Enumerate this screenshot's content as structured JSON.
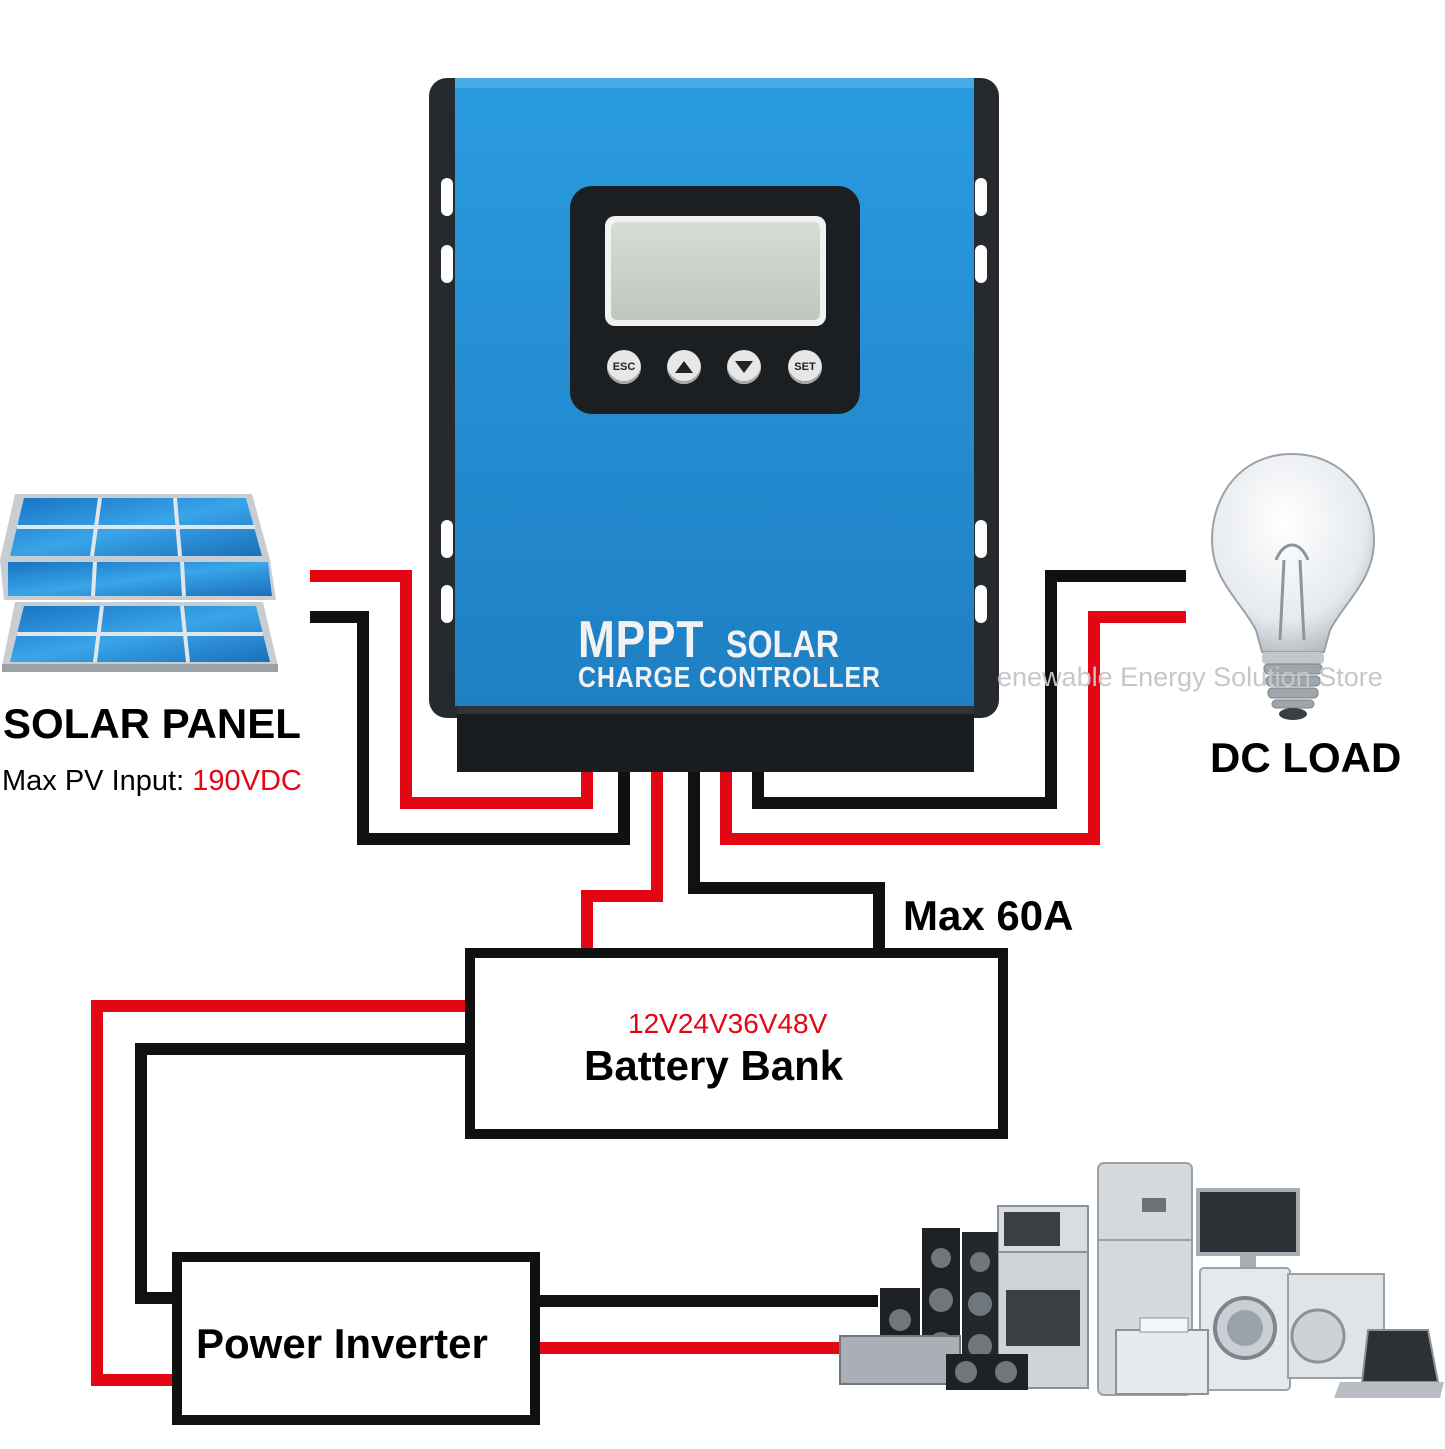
{
  "device": {
    "brand_line1a": "MPPT",
    "brand_line1b": "SOLAR",
    "brand_line2": "CHARGE CONTROLLER",
    "buttons": [
      "ESC",
      "",
      "",
      "SET"
    ]
  },
  "solar": {
    "title": "SOLAR PANEL",
    "pv_label": "Max PV Input:",
    "pv_value": "190VDC"
  },
  "load": {
    "title": "DC LOAD"
  },
  "watermark": "enewable Energy Solution Store",
  "max_current": "Max 60A",
  "battery": {
    "voltages": "12V24V36V48V",
    "title": "Battery Bank"
  },
  "inverter": {
    "title": "Power Inverter"
  },
  "colors": {
    "positive": "#e30613",
    "negative": "#111111",
    "device_blue": "#1f8fd6",
    "device_frame": "#23272b"
  },
  "icons": [
    "solar-panel-icon",
    "light-bulb-icon",
    "appliances-icon",
    "up-arrow-icon",
    "down-arrow-icon"
  ]
}
